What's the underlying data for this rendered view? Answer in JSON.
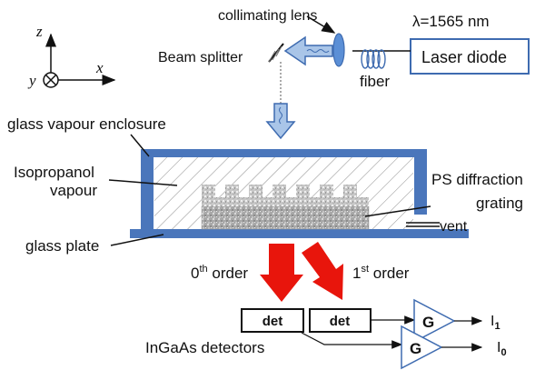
{
  "axes": {
    "z": "z",
    "y": "y",
    "x": "x"
  },
  "labels": {
    "collimating_lens": "collimating lens",
    "wavelength": "λ=1565 nm",
    "beam_splitter": "Beam splitter",
    "laser_diode": "Laser diode",
    "fiber": "fiber",
    "glass_enclosure": "glass vapour enclosure",
    "isopropanol_1": "Isopropanol",
    "isopropanol_2": "vapour",
    "ps_grating_1": "PS diffraction",
    "ps_grating_2": "grating",
    "vent": "vent",
    "glass_plate": "glass plate",
    "order0_pre": "0",
    "order0_sup": "th",
    "order0_post": " order",
    "order1_pre": "1",
    "order1_sup": "st",
    "order1_post": " order",
    "det_1": "det",
    "det_2": "det",
    "detectors": "InGaAs detectors",
    "amp_1": "G",
    "amp_2": "G",
    "out_1": "I",
    "out_1_sub": "1",
    "out_0": "I",
    "out_0_sub": "0"
  },
  "colors": {
    "enclosure_blue": "#4a76bb",
    "laser_beam_arrow": "#a9c5e8",
    "diffraction_arrow": "#e8150c",
    "lens": "#5b8fd6",
    "grating": "#b0b0b0"
  }
}
